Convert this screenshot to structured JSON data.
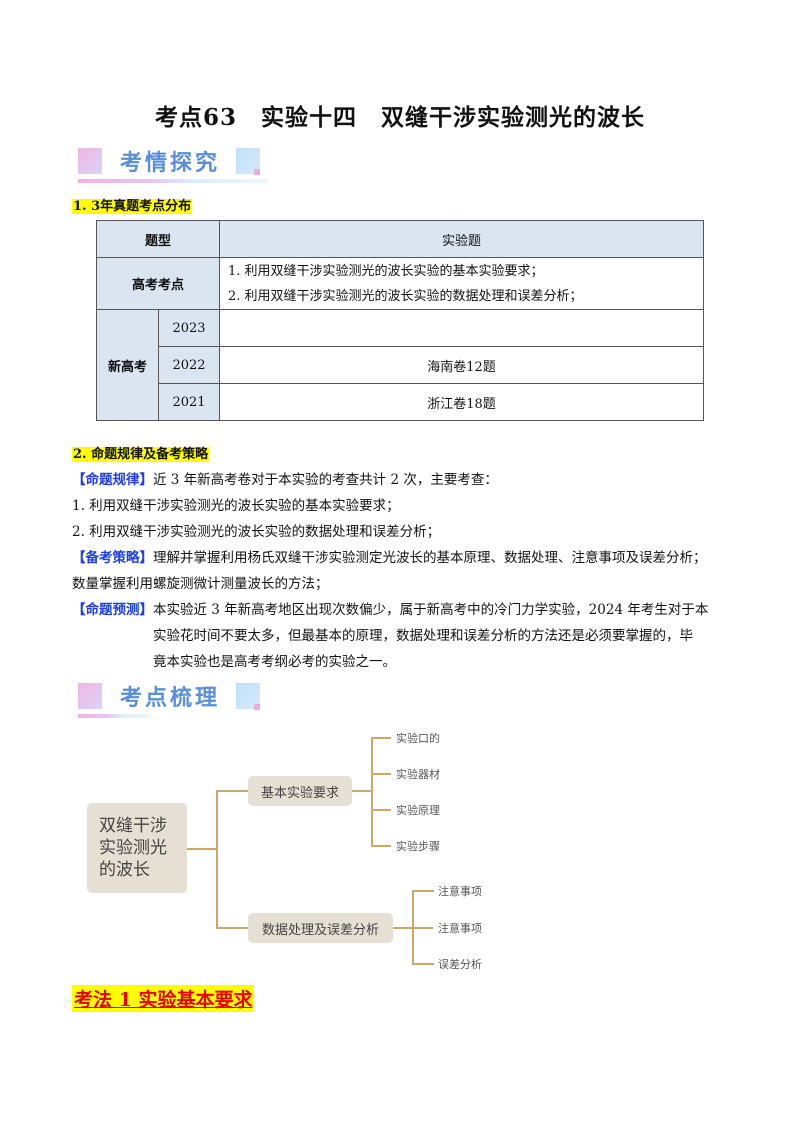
{
  "title": "考点63　实验十四　双缝干涉实验测光的波长",
  "section1_banner": "考情探究",
  "sub1": "1. 3年真题考点分布",
  "table": {
    "row_type_label": "题型",
    "row_type_value": "实验题",
    "row_points_label": "高考考点",
    "row_points": [
      "1. 利用双缝干涉实验测光的波长实验的基本实验要求；",
      "2. 利用双缝干涉实验测光的波长实验的数据处理和误差分析；"
    ],
    "group_label": "新高考",
    "years": [
      {
        "year": "2023",
        "value": ""
      },
      {
        "year": "2022",
        "value": "海南卷12题"
      },
      {
        "year": "2021",
        "value": "浙江卷18题"
      }
    ]
  },
  "sub2": "2.  命题规律及备考策略",
  "rule_tag": "【命题规律】",
  "rule_text": "近 3 年新高考卷对于本实验的考查共计 2 次，主要考查：",
  "rule_items": [
    "1. 利用双缝干涉实验测光的波长实验的基本实验要求；",
    "2. 利用双缝干涉实验测光的波长实验的数据处理和误差分析；"
  ],
  "strategy_tag": "【备考策略】",
  "strategy_text": "理解并掌握利用杨氏双缝干涉实验测定光波长的基本原理、数据处理、注意事项及误差分析；",
  "strategy_text2": "数量掌握利用螺旋测微计测量波长的方法；",
  "predict_tag": "【命题预测】",
  "predict_lines": [
    "本实验近 3 年新高考地区出现次数偏少，属于新高考中的冷门力学实验，2024 年考生对于本",
    "实验花时间不要太多，但最基本的原理，数据处理和误差分析的方法还是必须要掌握的，毕",
    "竟本实验也是高考考纲必考的实验之一。"
  ],
  "section2_banner": "考点梳理",
  "mindmap": {
    "root": "双缝干涉实验测光的波长",
    "branches": [
      {
        "label": "基本实验要求",
        "leaves": [
          "实验口的",
          "实验器材",
          "实验原理",
          "实验步骤"
        ]
      },
      {
        "label": "数据处理及误差分析",
        "leaves": [
          "注意事项",
          "注意事项",
          "误差分析"
        ]
      }
    ],
    "line_color": "#c9a86a",
    "node_color": "#e6dfd3"
  },
  "method1": "考法 1  实验基本要求"
}
